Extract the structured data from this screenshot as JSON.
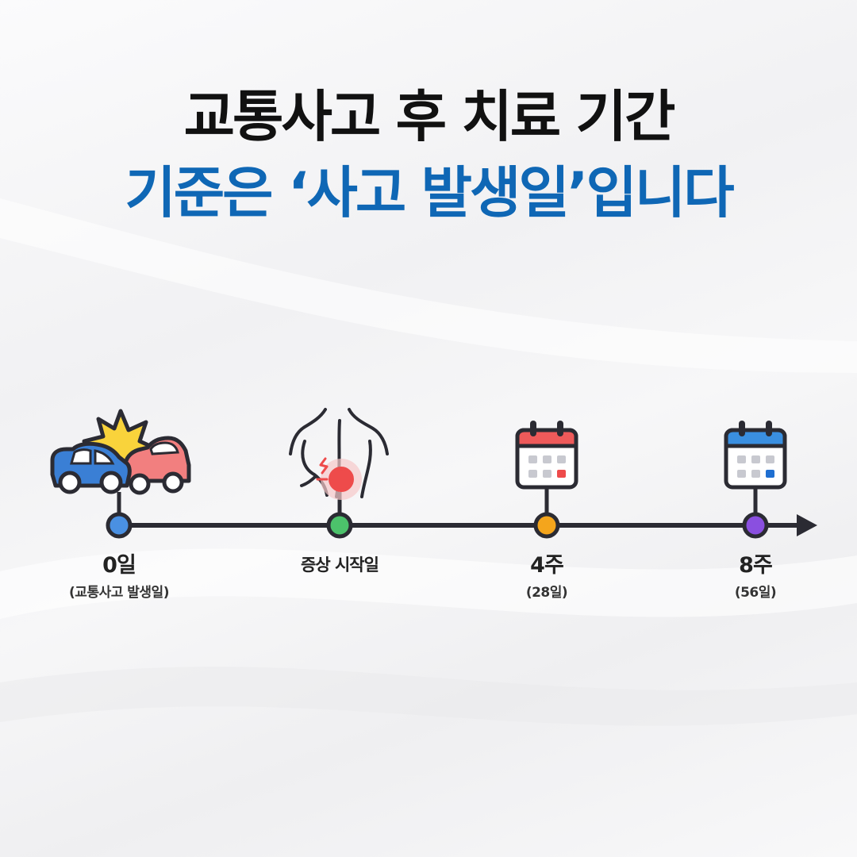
{
  "title": {
    "line1": "교통사고 후 치료 기간",
    "line2": "기준은 ‘사고 발생일’입니다"
  },
  "colors": {
    "title_dark": "#111111",
    "title_blue": "#0f67b5",
    "line": "#2b2b33",
    "node_day0": "#4a90e2",
    "node_symptom": "#4cc26b",
    "node_4w": "#f4a51c",
    "node_8w": "#8a4fe0"
  },
  "timeline": [
    {
      "id": "day0",
      "label": "0일",
      "sublabel": "(교통사고 발생일)",
      "icon": "car-crash-icon"
    },
    {
      "id": "symptom",
      "label": "증상 시작일",
      "sublabel": "",
      "icon": "back-pain-icon"
    },
    {
      "id": "week4",
      "label": "4주",
      "sublabel": "(28일)",
      "icon": "calendar-red-icon"
    },
    {
      "id": "week8",
      "label": "8주",
      "sublabel": "(56일)",
      "icon": "calendar-blue-icon"
    }
  ]
}
